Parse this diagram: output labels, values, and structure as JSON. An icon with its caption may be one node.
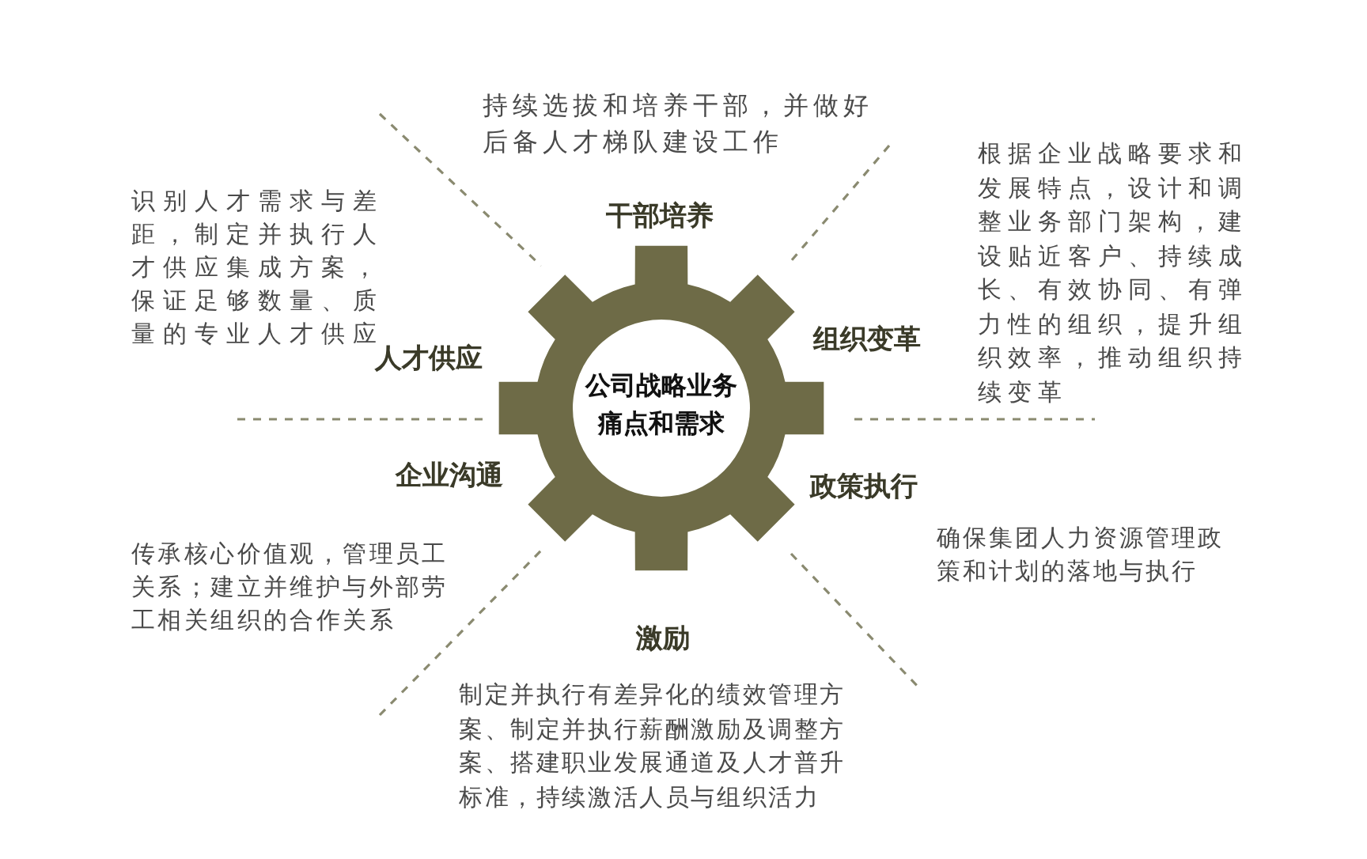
{
  "diagram": {
    "nodes": [
      {
        "text": [
          "公司战略业务痛点和需求"
        ]
      }
    ],
    "labels": [
      "持续选拔和培养干部，并做好后备人才梯队建设工作",
      "根据企业战略要求和发展特点，设计和调整业务部门架构，建设贴近客户、持续成长、有效协同、有弹力性的组织，提升组织效率，推动组织持续变革",
      "识别人才需求与差距，制定并执行人才供应集成方案，保证足够数量、质量的专业人才供应",
      "干部培养",
      "组织变革",
      "人才供应",
      "企业沟通",
      "政策执行",
      "传承核心价值观，管理员工关系；建立并维护与外部劳工相关组织的合作关系",
      "确保集团人力资源管理政策和计划的落地与执行",
      "激励",
      "制定并执行有差异化的绩效管理方案、制定并执行薪酬激励及调整方案、搭建职业发展通道及人才普升标准，持续激活人员与组织活力"
    ]
  }
}
